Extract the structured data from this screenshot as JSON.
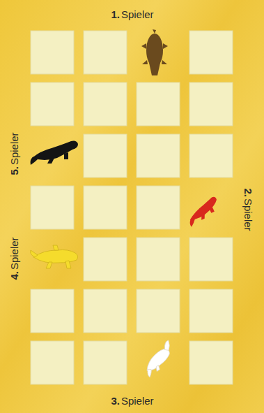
{
  "diagram": {
    "labels": [
      "1.",
      "Spieler",
      "2.",
      "Spieler",
      "3.",
      "Spieler",
      "4.",
      "Spieler",
      "5.",
      "Spieler"
    ]
  }
}
